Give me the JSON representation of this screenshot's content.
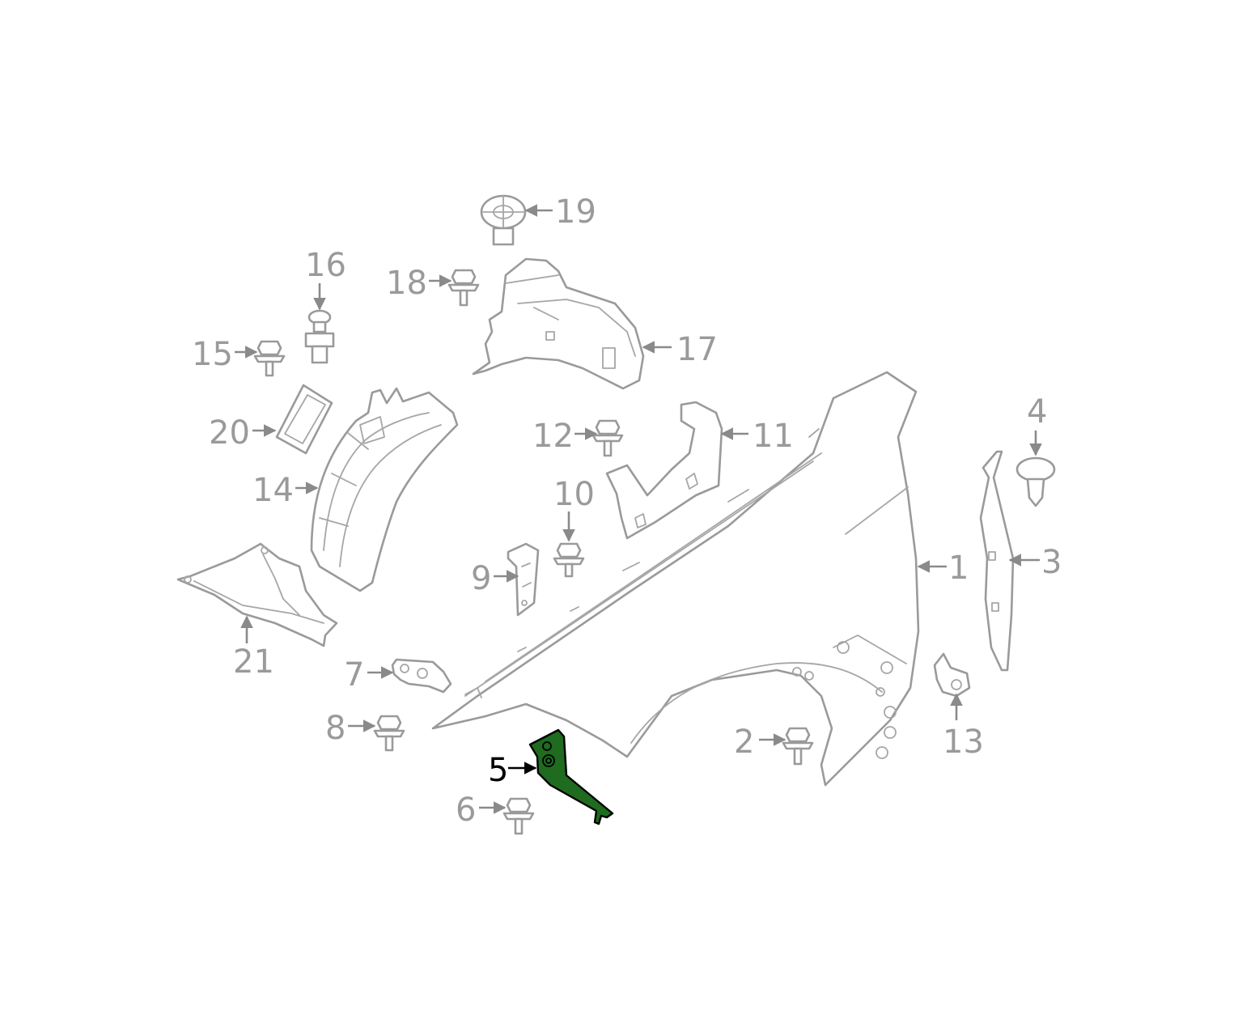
{
  "colors": {
    "line_art": "#9a9a9a",
    "callout_text": "#9a9a9a",
    "highlight_fill": "#1f6b1f",
    "highlight_text": "#000000",
    "background": "#ffffff"
  },
  "highlighted_part": "5",
  "callouts": [
    {
      "id": "c1",
      "label": "1"
    },
    {
      "id": "c2",
      "label": "2"
    },
    {
      "id": "c3",
      "label": "3"
    },
    {
      "id": "c4",
      "label": "4"
    },
    {
      "id": "c5",
      "label": "5"
    },
    {
      "id": "c6",
      "label": "6"
    },
    {
      "id": "c7",
      "label": "7"
    },
    {
      "id": "c8",
      "label": "8"
    },
    {
      "id": "c9",
      "label": "9"
    },
    {
      "id": "c10",
      "label": "10"
    },
    {
      "id": "c11",
      "label": "11"
    },
    {
      "id": "c12",
      "label": "12"
    },
    {
      "id": "c13",
      "label": "13"
    },
    {
      "id": "c14",
      "label": "14"
    },
    {
      "id": "c15",
      "label": "15"
    },
    {
      "id": "c16",
      "label": "16"
    },
    {
      "id": "c17",
      "label": "17"
    },
    {
      "id": "c18",
      "label": "18"
    },
    {
      "id": "c19",
      "label": "19"
    },
    {
      "id": "c20",
      "label": "20"
    },
    {
      "id": "c21",
      "label": "21"
    }
  ]
}
